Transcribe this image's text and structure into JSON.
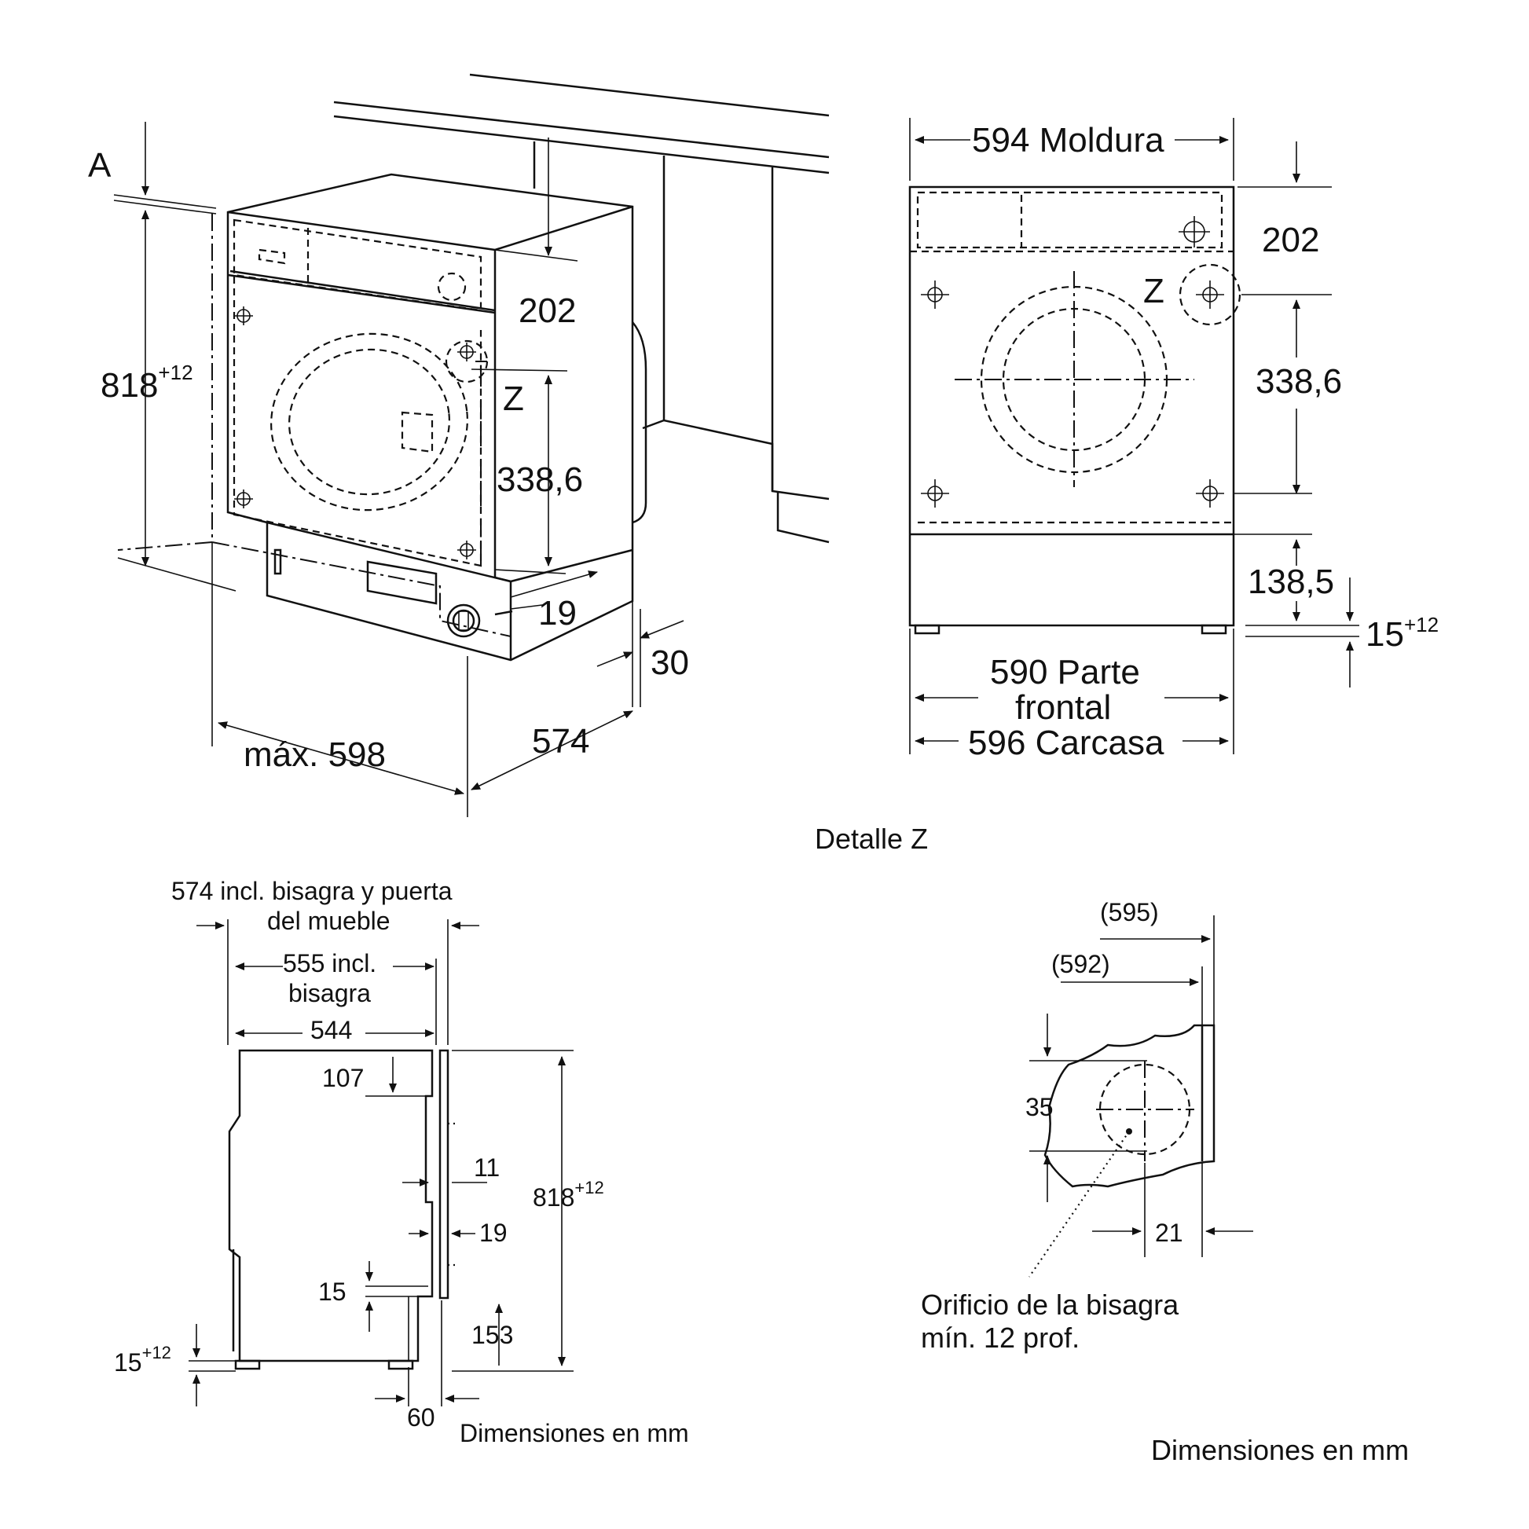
{
  "colors": {
    "ink": "#111111",
    "background": "#ffffff"
  },
  "perspective": {
    "label_a": "A",
    "height": "818",
    "height_tol": "+12",
    "h202": "202",
    "label_z": "Z",
    "h338": "338,6",
    "d19": "19",
    "d30": "30",
    "d574": "574",
    "max598": "máx. 598"
  },
  "front": {
    "moldura": "594 Moldura",
    "h202": "202",
    "label_z": "Z",
    "h338": "338,6",
    "h138": "138,5",
    "h15": "15",
    "h15_tol": "+12",
    "frontal_1": "590 Parte",
    "frontal_2": "frontal",
    "carcasa": "596 Carcasa"
  },
  "detail_title": "Detalle Z",
  "side": {
    "d574_1": "574 incl. bisagra y puerta",
    "d574_2": "del mueble",
    "d555_1": "555 incl.",
    "d555_2": "bisagra",
    "d544": "544",
    "d107": "107",
    "d11": "11",
    "d19": "19",
    "height": "818",
    "height_tol": "+12",
    "d15": "15",
    "d153": "153",
    "foot": "15",
    "foot_tol": "+12",
    "d60": "60",
    "units": "Dimensiones en mm"
  },
  "detail": {
    "d595": "(595)",
    "d592": "(592)",
    "d35": "35",
    "d21": "21",
    "hole_1": "Orificio de la bisagra",
    "hole_2": "mín. 12 prof.",
    "units": "Dimensiones en mm"
  }
}
